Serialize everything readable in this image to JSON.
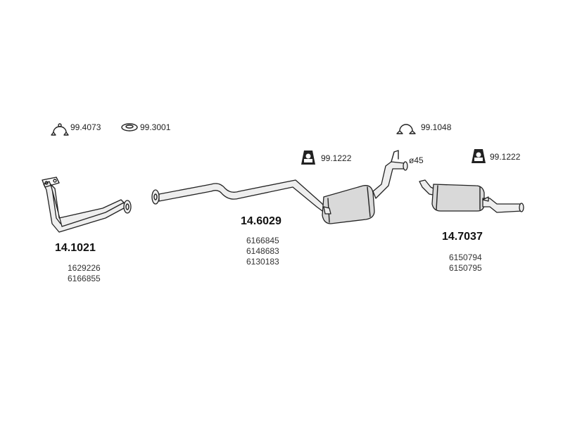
{
  "accessories": {
    "clamp_left_code": "99.4073",
    "gasket_code": "99.3001",
    "clamp_right_code": "99.1048",
    "hanger_middle_code": "99.1222",
    "hanger_right_code": "99.1222",
    "diameter_label": "ø45"
  },
  "parts": [
    {
      "number": "14.1021",
      "oe_codes": [
        "1629226",
        "6166855"
      ]
    },
    {
      "number": "14.6029",
      "oe_codes": [
        "6166845",
        "6148683",
        "6130183"
      ]
    },
    {
      "number": "14.7037",
      "oe_codes": [
        "6150794",
        "6150795"
      ]
    }
  ],
  "colors": {
    "line": "#222222",
    "muffler_fill": "#d9d9d9"
  }
}
